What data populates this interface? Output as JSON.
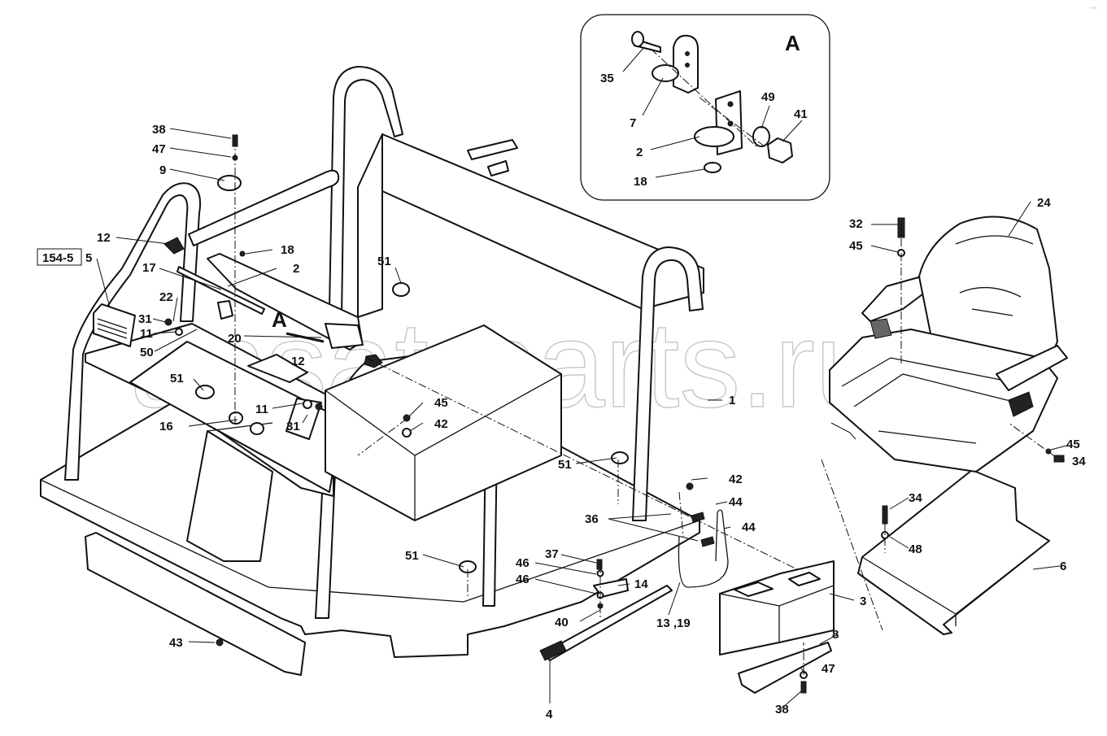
{
  "watermark": "ansat-parts.ru",
  "corner_mark": "◦◦◦",
  "detail_view": {
    "letter": "A"
  },
  "callout_arrow_letter": "A",
  "reference_box": "154-5",
  "part_labels": {
    "p1": "1",
    "p2_main": "2",
    "p2_detail": "2",
    "p3": "3",
    "p4": "4",
    "p5": "5",
    "p6": "6",
    "p7": "7",
    "p8": "8",
    "p9": "9",
    "p11_a": "11",
    "p11_b": "11",
    "p12_a": "12",
    "p12_b": "12",
    "p13_19": "13 ,19",
    "p14": "14",
    "p16": "16",
    "p17": "17",
    "p18_main": "18",
    "p18_detail": "18",
    "p20": "20",
    "p22": "22",
    "p24": "24",
    "p31_a": "31",
    "p31_b": "31",
    "p32": "32",
    "p34_a": "34",
    "p34_b": "34",
    "p35": "35",
    "p36": "36",
    "p37": "37",
    "p38_a": "38",
    "p38_b": "38",
    "p40": "40",
    "p41": "41",
    "p42_a": "42",
    "p42_b": "42",
    "p43": "43",
    "p44_a": "44",
    "p44_b": "44",
    "p45_a": "45",
    "p45_b": "45",
    "p45_c": "45",
    "p46_a": "46",
    "p46_b": "46",
    "p47_a": "47",
    "p47_b": "47",
    "p48": "48",
    "p49": "49",
    "p50": "50",
    "p51_a": "51",
    "p51_b": "51",
    "p51_c": "51",
    "p51_d": "51"
  }
}
